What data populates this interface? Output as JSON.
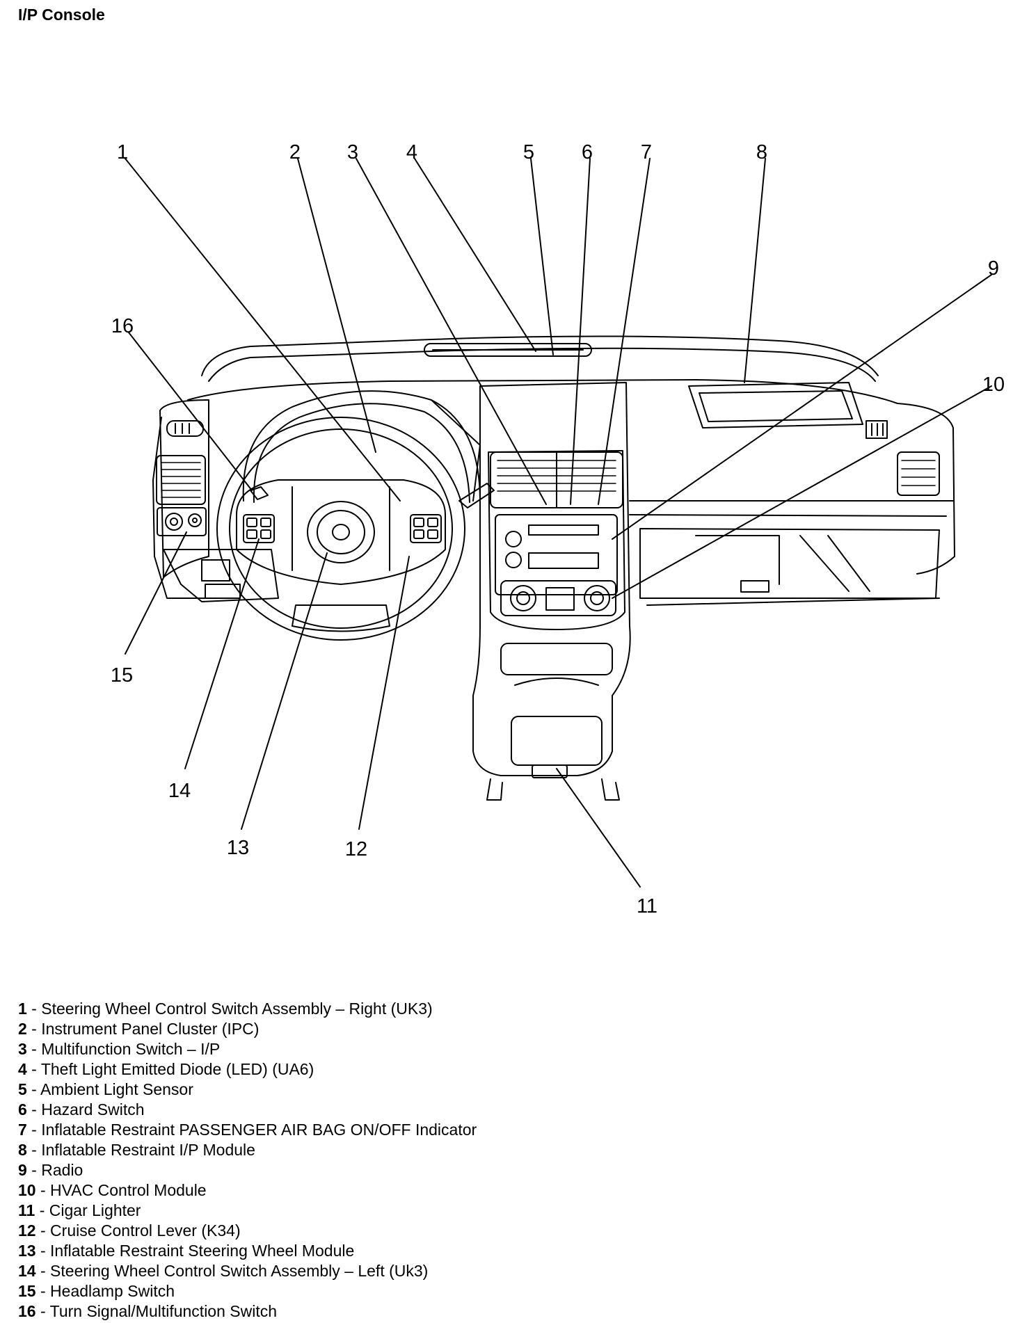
{
  "title": "I/P Console",
  "callouts": [
    "1",
    "2",
    "3",
    "4",
    "5",
    "6",
    "7",
    "8",
    "9",
    "10",
    "11",
    "12",
    "13",
    "14",
    "15",
    "16"
  ],
  "legend": [
    {
      "num": "1",
      "sep": " - ",
      "label": "Steering Wheel Control Switch Assembly – Right (UK3)"
    },
    {
      "num": "2",
      "sep": " - ",
      "label": "Instrument Panel Cluster (IPC)"
    },
    {
      "num": "3",
      "sep": " - ",
      "label": "Multifunction Switch – I/P"
    },
    {
      "num": "4",
      "sep": " - ",
      "label": "Theft Light Emitted Diode (LED) (UA6)"
    },
    {
      "num": "5",
      "sep": " - ",
      "label": "Ambient Light Sensor"
    },
    {
      "num": "6",
      "sep": " - ",
      "label": "Hazard Switch"
    },
    {
      "num": "7",
      "sep": " - ",
      "label": "Inflatable Restraint PASSENGER AIR BAG ON/OFF Indicator"
    },
    {
      "num": "8",
      "sep": " - ",
      "label": "Inflatable Restraint I/P Module"
    },
    {
      "num": "9",
      "sep": " - ",
      "label": "Radio"
    },
    {
      "num": "10",
      "sep": " - ",
      "label": "HVAC Control Module"
    },
    {
      "num": "11",
      "sep": " - ",
      "label": "Cigar Lighter"
    },
    {
      "num": "12",
      "sep": " - ",
      "label": "Cruise Control Lever (K34)"
    },
    {
      "num": "13",
      "sep": " - ",
      "label": "Inflatable Restraint Steering Wheel Module"
    },
    {
      "num": "14",
      "sep": " - ",
      "label": "Steering Wheel Control Switch Assembly – Left (Uk3)"
    },
    {
      "num": "15",
      "sep": " - ",
      "label": "Headlamp Switch"
    },
    {
      "num": "16",
      "sep": " - ",
      "label": "Turn Signal/Multifunction Switch"
    }
  ]
}
